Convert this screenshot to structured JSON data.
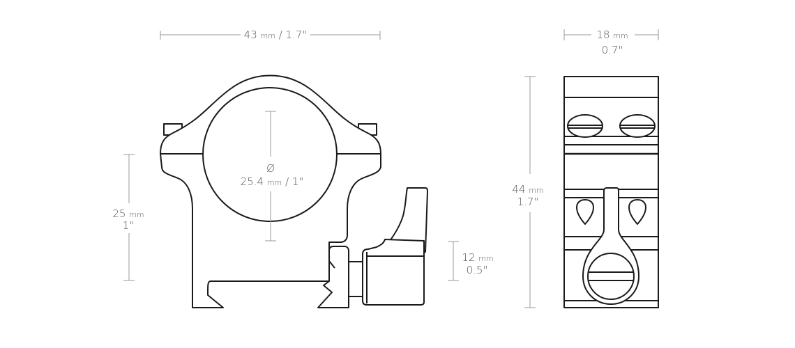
{
  "front_view": {
    "width_dim": {
      "value": "43",
      "unit": "mm",
      "imperial": "/ 1.7\""
    },
    "tube_dim": {
      "symbol": "Ø",
      "value": "25.4",
      "unit": "mm",
      "imperial": "/ 1\""
    },
    "height_dim": {
      "value": "25",
      "unit": "mm",
      "imperial": "1\""
    },
    "lever_dim": {
      "value": "12",
      "unit": "mm",
      "imperial": "0.5\""
    }
  },
  "side_view": {
    "width_dim": {
      "value": "18",
      "unit": "mm",
      "imperial": "0.7\""
    },
    "height_dim": {
      "value": "44",
      "unit": "mm",
      "imperial": "1.7\""
    }
  }
}
